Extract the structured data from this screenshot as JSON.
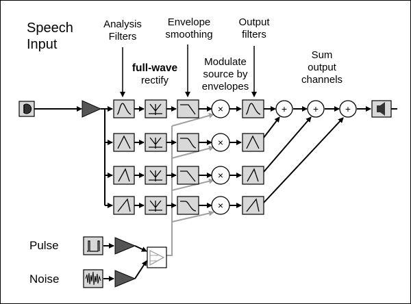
{
  "labels": {
    "speech_input": [
      "Speech",
      "Input"
    ],
    "analysis_filters": [
      "Analysis",
      "Filters"
    ],
    "full_wave": "full-wave",
    "rectify": "rectify",
    "envelope_smoothing": [
      "Envelope",
      "smoothing"
    ],
    "output_filters": [
      "Output",
      "filters"
    ],
    "modulate": [
      "Modulate",
      "source by",
      "envelopes"
    ],
    "sum_output": [
      "Sum",
      "output",
      "channels"
    ],
    "pulse": "Pulse",
    "noise": "Noise"
  },
  "symbols": {
    "multiply": "×",
    "add": "+"
  },
  "colors": {
    "signal": "#000000",
    "source_path": "#a0a0a0",
    "box_fill": "#d8d8d8",
    "amp_fill": "#555555"
  },
  "icons": [
    "microphone-icon",
    "amplifier-icon",
    "bandpass-filter-icon",
    "rectifier-icon",
    "lowpass-filter-icon",
    "multiplier-icon",
    "adder-icon",
    "speaker-icon",
    "pulse-generator-icon",
    "noise-generator-icon",
    "source-switch-icon"
  ]
}
